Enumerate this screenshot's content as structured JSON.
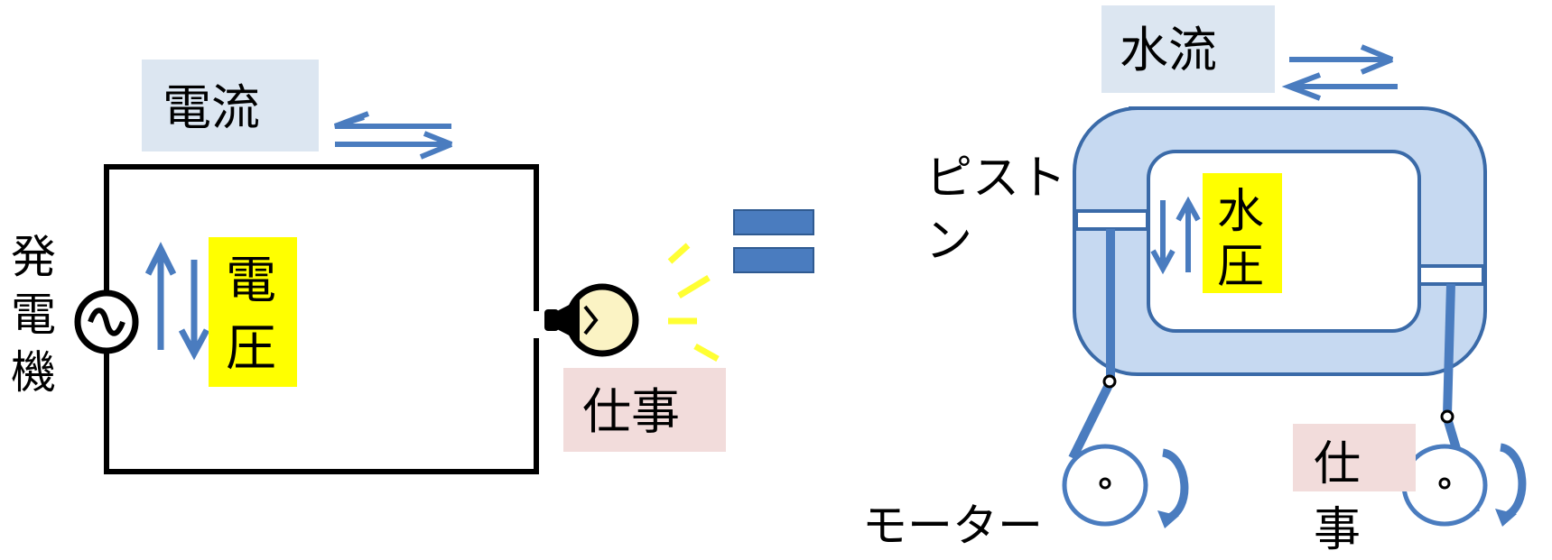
{
  "labels": {
    "current": "電流",
    "generator": [
      "発",
      "電",
      "機"
    ],
    "voltage": [
      "電",
      "圧"
    ],
    "work_left": "仕事",
    "water_flow": "水流",
    "piston": [
      "ピスト",
      "ン"
    ],
    "water_pressure": [
      "水",
      "圧"
    ],
    "motor": "モーター",
    "work_right": [
      "仕",
      "事"
    ]
  },
  "equals_symbol": "=",
  "colors": {
    "arrow_blue": "#4a7cbf",
    "label_blue_bg": "#dce6f1",
    "label_yellow_bg": "#ffff00",
    "label_pink_bg": "#f2dcdb",
    "pipe_fill": "#c6d9f1",
    "pipe_stroke": "#3a6aa8",
    "light_rays": "#ffff33",
    "bulb_glow": "#fbf3c4",
    "wire": "#000000"
  },
  "icons": [
    "ac-source-icon",
    "light-bulb-icon",
    "rotation-arrow-icon",
    "equals-icon"
  ]
}
